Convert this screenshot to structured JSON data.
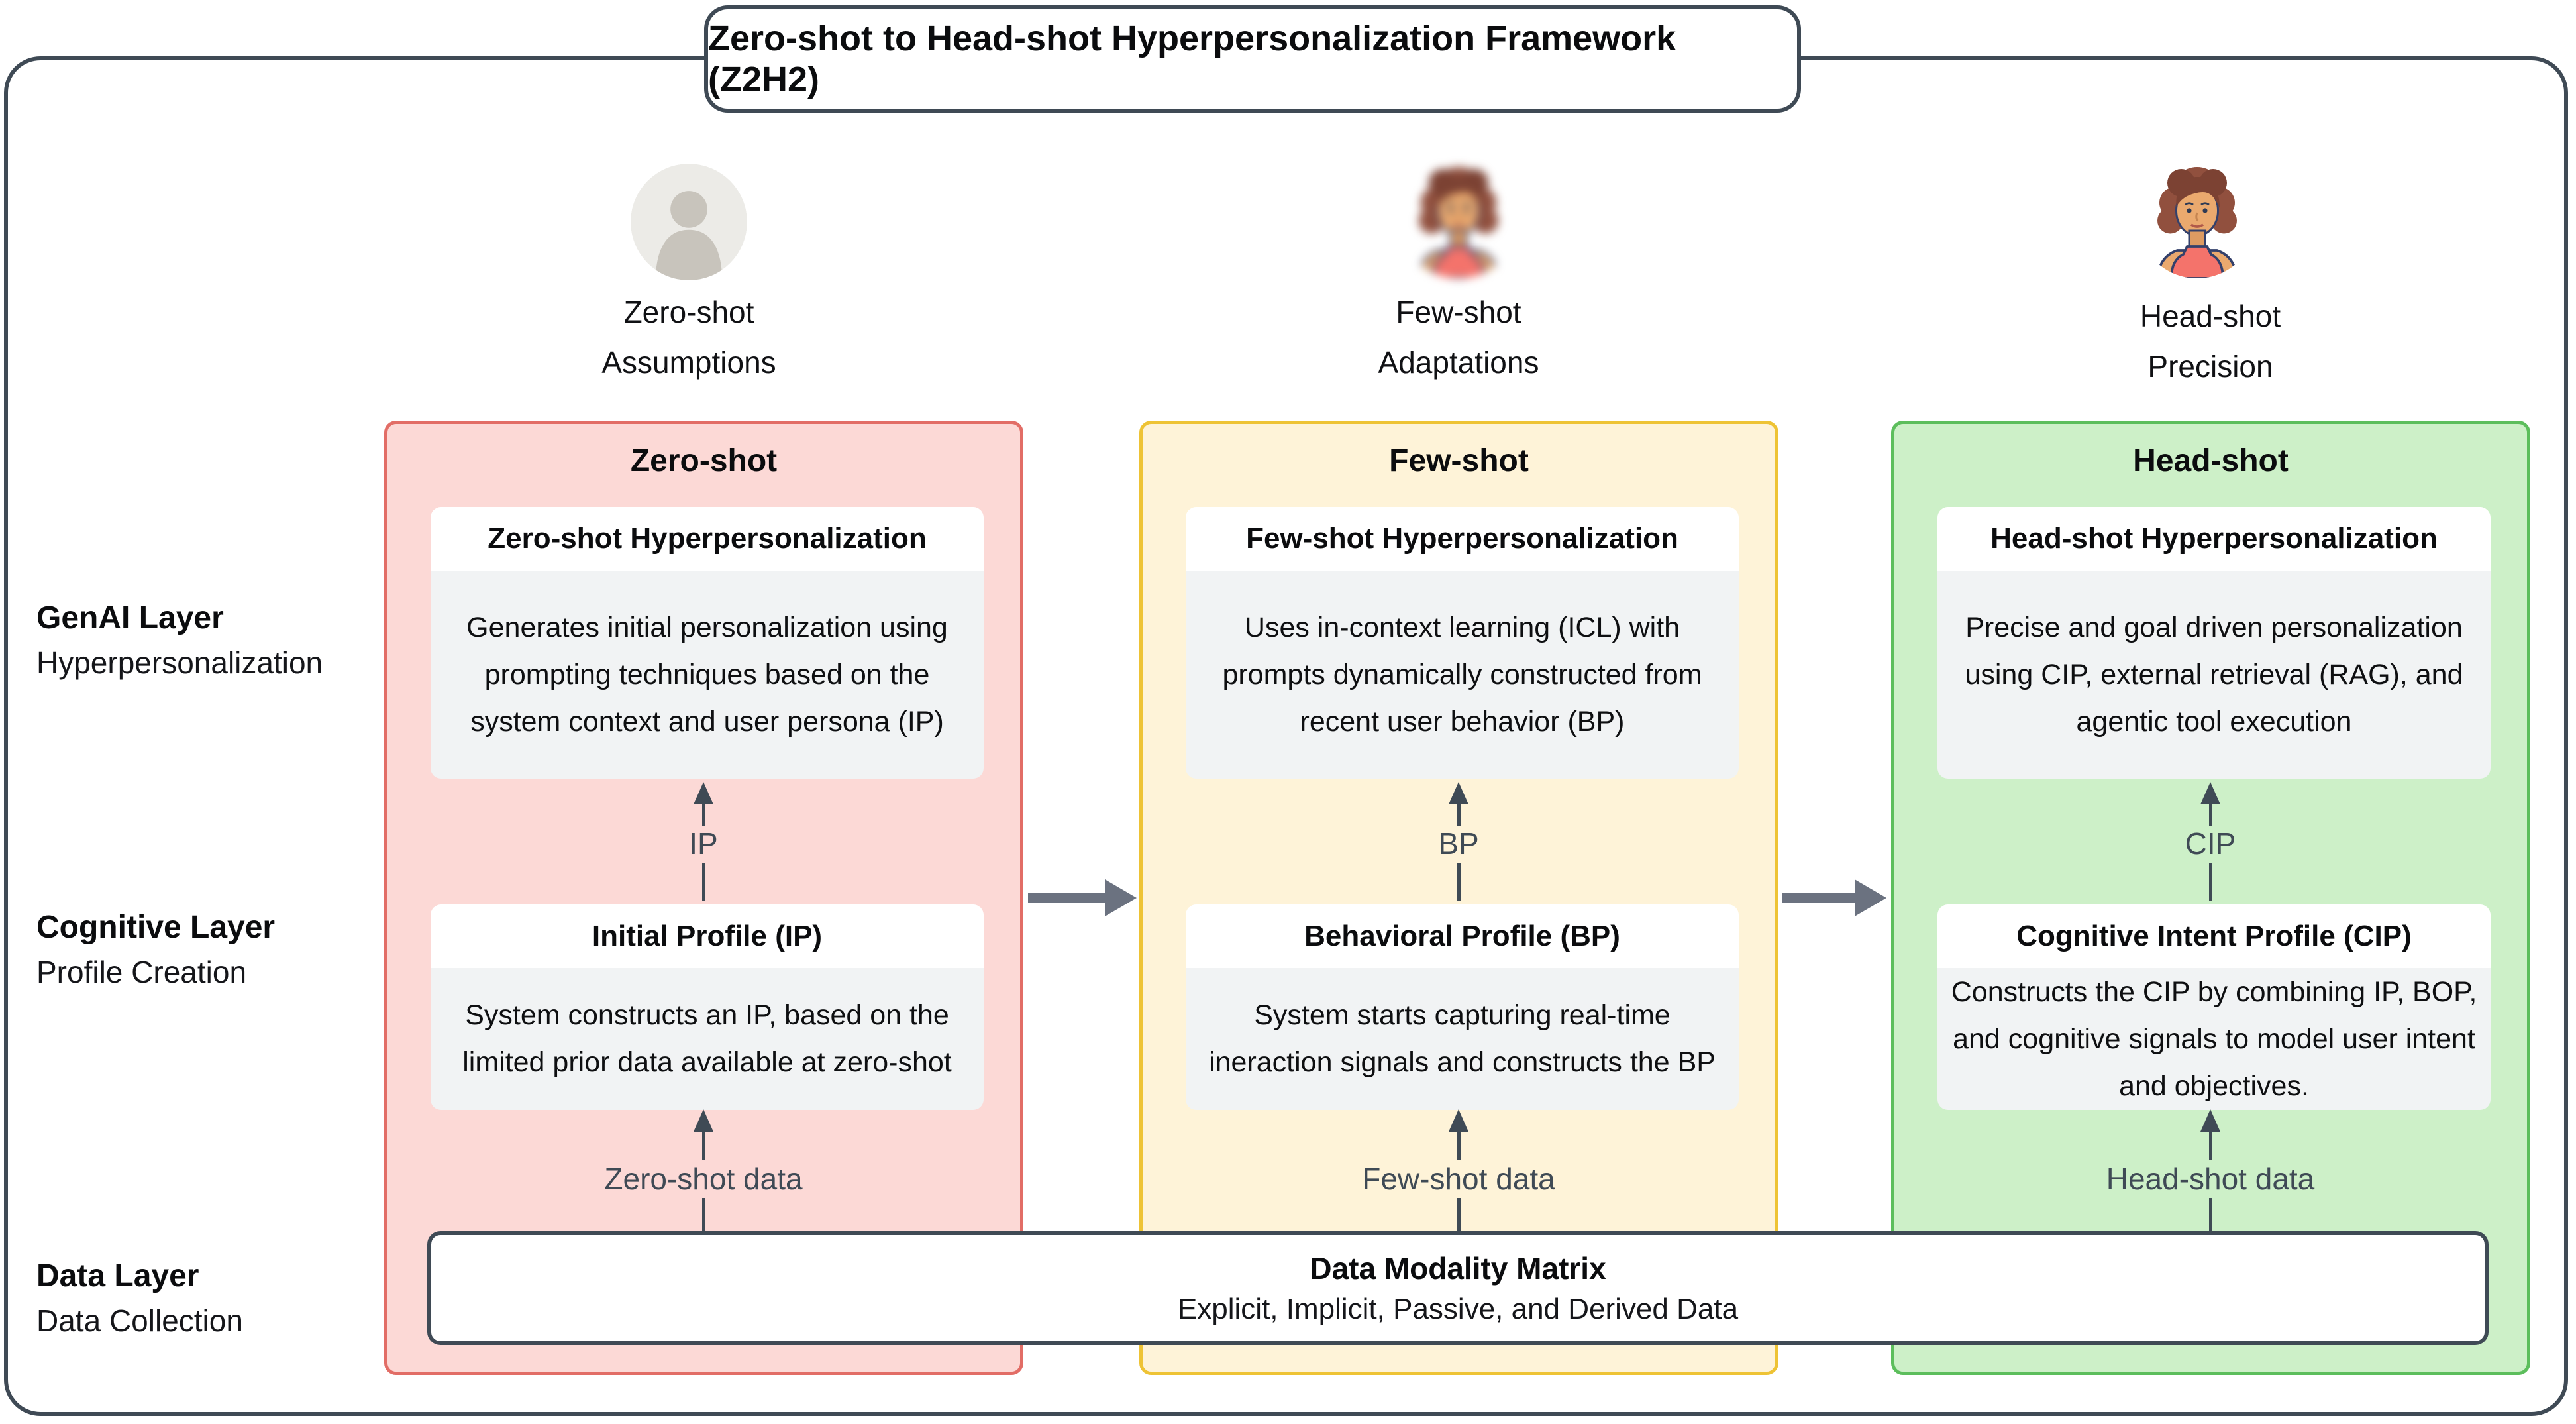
{
  "title": "Zero-shot to Head-shot Hyperpersonalization Framework (Z2H2)",
  "personas": [
    {
      "line1": "Zero-shot",
      "line2": "Assumptions",
      "avatar": "generic-user-avatar"
    },
    {
      "line1": "Few-shot",
      "line2": "Adaptations",
      "avatar": "woman-avatar-blurred"
    },
    {
      "line1": "Head-shot",
      "line2": "Precision",
      "avatar": "woman-avatar-sharp"
    }
  ],
  "layer_labels": [
    {
      "title": "GenAI Layer",
      "subtitle": "Hyperpersonalization"
    },
    {
      "title": "Cognitive Layer",
      "subtitle": "Profile Creation"
    },
    {
      "title": "Data Layer",
      "subtitle": "Data Collection"
    }
  ],
  "columns": [
    {
      "header": "Zero-shot",
      "fill": "#FCD9D6",
      "border": "#E26D66",
      "genai_title": "Zero-shot Hyperpersonalization",
      "genai_body": "Generates initial personalization using prompting techniques based on the system context and user persona (IP)",
      "flow_label": "IP",
      "profile_title": "Initial Profile (IP)",
      "profile_body": "System constructs an IP, based on the limited prior data available at zero-shot",
      "data_label": "Zero-shot data"
    },
    {
      "header": "Few-shot",
      "fill": "#FEF3D8",
      "border": "#EEC335",
      "genai_title": "Few-shot Hyperpersonalization",
      "genai_body": "Uses in-context learning (ICL) with prompts dynamically constructed from recent user behavior (BP)",
      "flow_label": "BP",
      "profile_title": "Behavioral Profile (BP)",
      "profile_body": "System starts capturing real-time ineraction signals and constructs the BP",
      "data_label": "Few-shot data"
    },
    {
      "header": "Head-shot",
      "fill": "#CDF0C8",
      "border": "#5CBE5C",
      "genai_title": "Head-shot Hyperpersonalization",
      "genai_body": "Precise and goal driven personalization using CIP, external retrieval (RAG), and agentic tool execution",
      "flow_label": "CIP",
      "profile_title": "Cognitive Intent Profile (CIP)",
      "profile_body": "Constructs the CIP by combining IP, BOP, and cognitive signals to model user intent and objectives.",
      "data_label": "Head-shot data"
    }
  ],
  "data_matrix": {
    "title": "Data Modality Matrix",
    "subtitle": "Explicit, Implicit, Passive, and Derived Data"
  },
  "colors": {
    "frame_ink": "#3F4A55",
    "horizontal_arrow": "#6B7280",
    "card_body_bg": "#F1F3F4",
    "pink_fill": "#FCD9D6",
    "pink_border": "#E26D66",
    "yellow_fill": "#FEF3D8",
    "yellow_border": "#EEC335",
    "green_fill": "#CDF0C8",
    "green_border": "#5CBE5C"
  }
}
